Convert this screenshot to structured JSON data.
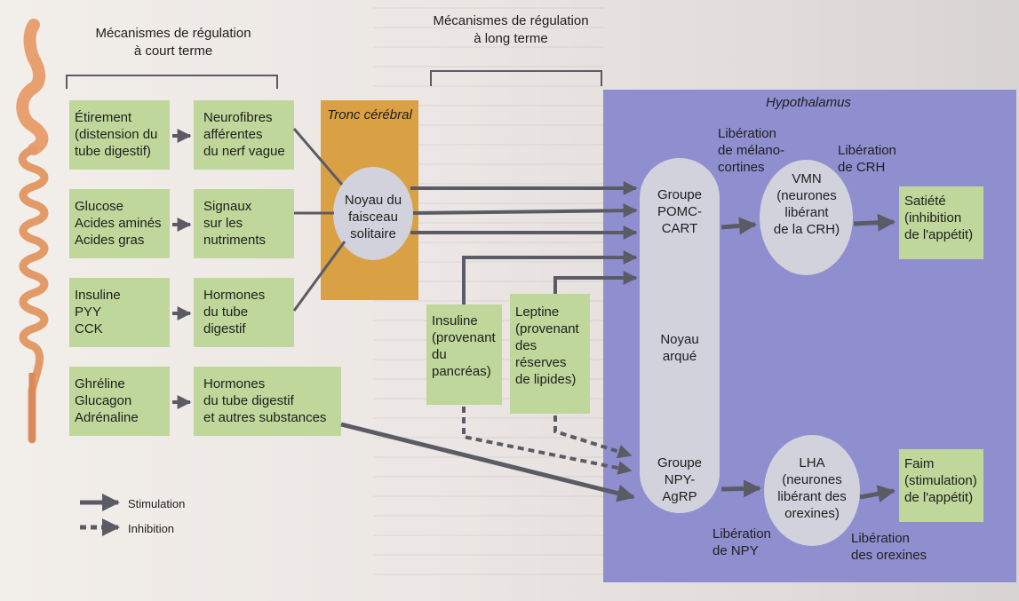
{
  "headers": {
    "short_term": "Mécanismes de régulation\nà court terme",
    "long_term": "Mécanismes de régulation\nà long terme"
  },
  "tronc_cerebral": "Tronc cérébral",
  "hypothalamus": "Hypothalamus",
  "stimuli": [
    "Étirement\n(distension du\ntube digestif)",
    "Glucose\nAcides aminés\nAcides gras",
    "Insuline\nPYY\nCCK",
    "Ghréline\nGlucagon\nAdrénaline"
  ],
  "signals": [
    "Neurofibres\nafférentes\ndu nerf vague",
    "Signaux\nsur les\nnutriments",
    "Hormones\ndu tube\ndigestif",
    "Hormones\ndu tube digestif\net autres substances"
  ],
  "noyau_faisceau": "Noyau du\nfaisceau\nsolitaire",
  "long_term_boxes": {
    "insuline": "Insuline\n(provenant\ndu\npancréas)",
    "leptine": "Leptine\n(provenant\ndes\nréserves\nde lipides)"
  },
  "arcuate": {
    "pomc": "Groupe\nPOMC-\nCART",
    "noyau": "Noyau\narqué",
    "npy": "Groupe\nNPY-\nAgRP"
  },
  "vmn": "VMN\n(neurones\nlibérant\nde la CRH)",
  "lha": "LHA\n(neurones\nlibérant des\norexines)",
  "outcomes": {
    "satiete": "Satiété\n(inhibition\nde l'appétit)",
    "faim": "Faim\n(stimulation)\nde l'appétit)"
  },
  "release_labels": {
    "melanocortines": "Libération\nde mélano-\ncortines",
    "crh": "Libération\nde CRH",
    "npy": "Libération\nde NPY",
    "orexines": "Libération\ndes orexines"
  },
  "legend": {
    "stimulation": "Stimulation",
    "inhibition": "Inhibition"
  },
  "colors": {
    "green_box": "#bfd79a",
    "orange_box": "#d9a044",
    "hypothalamus_panel": "#8f8fd0",
    "nucleus_ellipse": "#d2d2dc",
    "arrow": "#5b5b66"
  }
}
